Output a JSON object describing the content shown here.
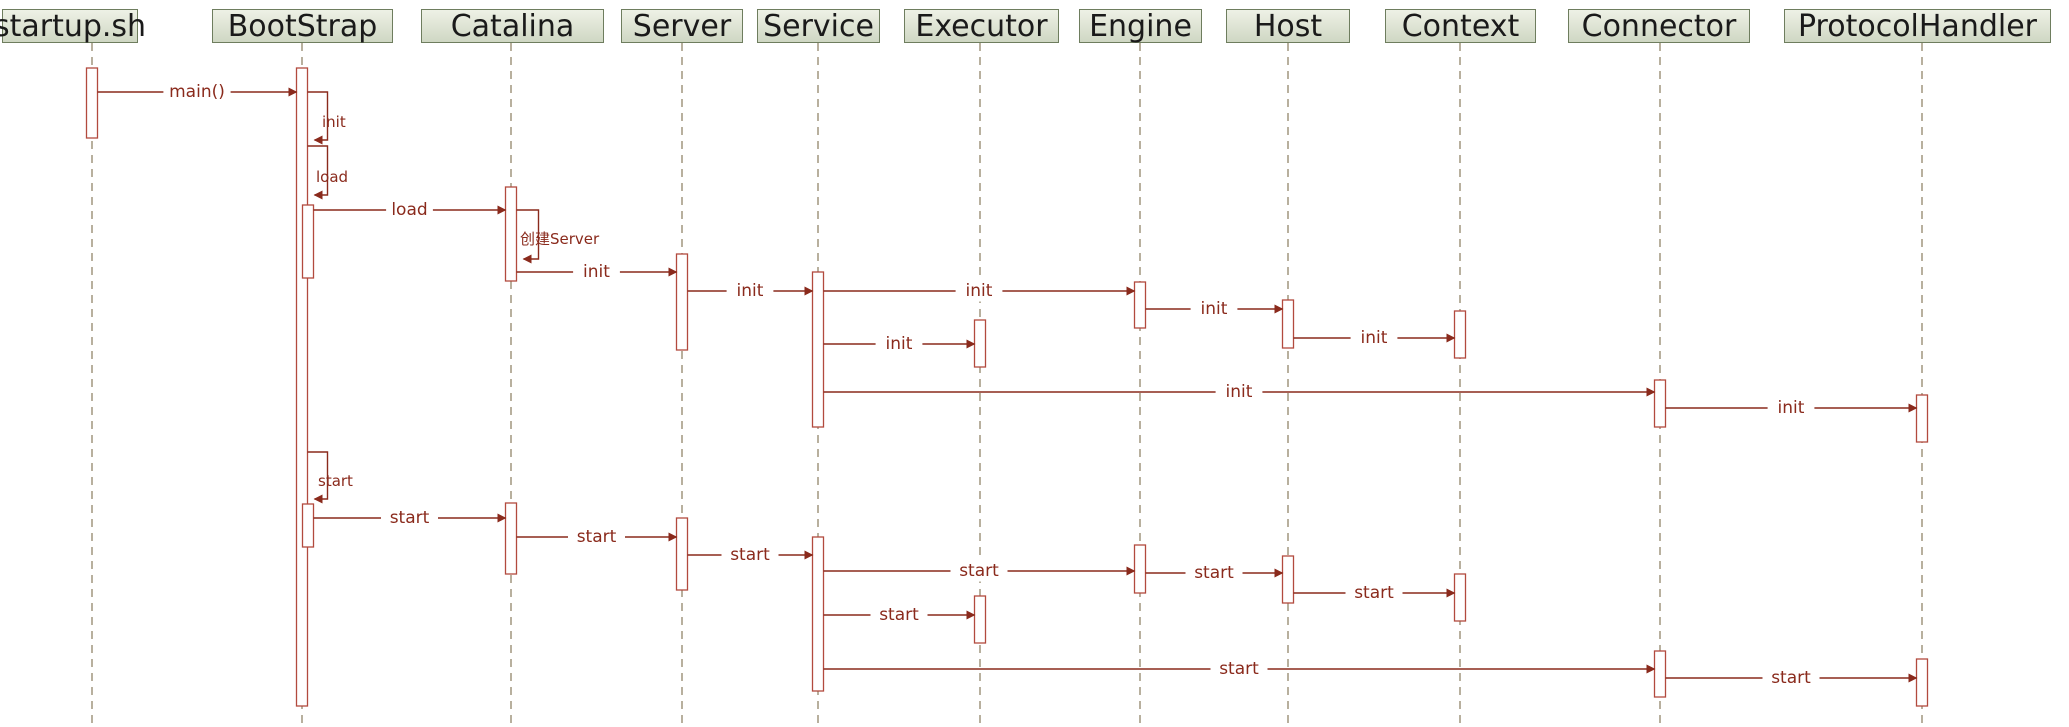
{
  "colors": {
    "message": "#8a2a1c",
    "lifeline": "#9a8f74",
    "activation": "#b24a3e",
    "header_border": "#6e7d5e"
  },
  "participants": [
    {
      "id": "startup",
      "label": "startup.sh"
    },
    {
      "id": "bootstrap",
      "label": "BootStrap"
    },
    {
      "id": "catalina",
      "label": "Catalina"
    },
    {
      "id": "server",
      "label": "Server"
    },
    {
      "id": "service",
      "label": "Service"
    },
    {
      "id": "executor",
      "label": "Executor"
    },
    {
      "id": "engine",
      "label": "Engine"
    },
    {
      "id": "host",
      "label": "Host"
    },
    {
      "id": "context",
      "label": "Context"
    },
    {
      "id": "connector",
      "label": "Connector"
    },
    {
      "id": "protocolhandler",
      "label": "ProtocolHandler"
    }
  ],
  "messages": [
    {
      "from": "startup",
      "to": "bootstrap",
      "label": "main()"
    },
    {
      "from": "bootstrap",
      "to": "bootstrap",
      "label": "init"
    },
    {
      "from": "bootstrap",
      "to": "bootstrap",
      "label": "load"
    },
    {
      "from": "bootstrap",
      "to": "catalina",
      "label": "load"
    },
    {
      "from": "catalina",
      "to": "catalina",
      "label": "创建Server"
    },
    {
      "from": "catalina",
      "to": "server",
      "label": "init"
    },
    {
      "from": "server",
      "to": "service",
      "label": "init"
    },
    {
      "from": "service",
      "to": "engine",
      "label": "init"
    },
    {
      "from": "engine",
      "to": "host",
      "label": "init"
    },
    {
      "from": "service",
      "to": "executor",
      "label": "init"
    },
    {
      "from": "host",
      "to": "context",
      "label": "init"
    },
    {
      "from": "service",
      "to": "connector",
      "label": "init"
    },
    {
      "from": "connector",
      "to": "protocolhandler",
      "label": "init"
    },
    {
      "from": "bootstrap",
      "to": "bootstrap",
      "label": "start"
    },
    {
      "from": "bootstrap",
      "to": "catalina",
      "label": "start"
    },
    {
      "from": "catalina",
      "to": "server",
      "label": "start"
    },
    {
      "from": "server",
      "to": "service",
      "label": "start"
    },
    {
      "from": "service",
      "to": "engine",
      "label": "start"
    },
    {
      "from": "engine",
      "to": "host",
      "label": "start"
    },
    {
      "from": "service",
      "to": "executor",
      "label": "start"
    },
    {
      "from": "host",
      "to": "context",
      "label": "start"
    },
    {
      "from": "service",
      "to": "connector",
      "label": "start"
    },
    {
      "from": "connector",
      "to": "protocolhandler",
      "label": "start"
    }
  ]
}
